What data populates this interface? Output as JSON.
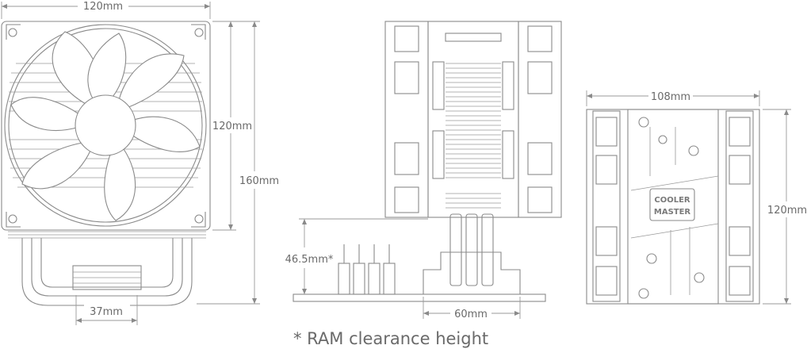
{
  "dimensions": {
    "front_width": "120mm",
    "front_fan_height": "120mm",
    "total_height": "160mm",
    "base_width": "37mm",
    "ram_clearance": "46.5mm*",
    "mount_width": "60mm",
    "top_width": "108mm",
    "top_depth": "120mm"
  },
  "footnote": "* RAM clearance height",
  "logo": {
    "line1": "COOLER",
    "line2": "MASTER"
  },
  "colors": {
    "line": "#8a8a8a",
    "text": "#6a6a6a",
    "background": "#ffffff"
  }
}
